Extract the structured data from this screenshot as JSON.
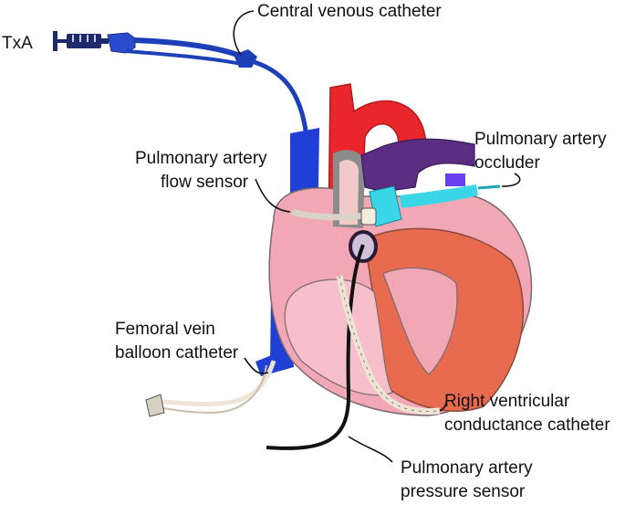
{
  "labels": {
    "txa": "TxA",
    "central_venous_catheter": "Central venous catheter",
    "pa_flow_sensor_line1": "Pulmonary artery",
    "pa_flow_sensor_line2": "flow sensor",
    "pa_occluder_line1": "Pulmonary artery",
    "pa_occluder_line2": "occluder",
    "femoral_line1": "Femoral vein",
    "femoral_line2": "balloon catheter",
    "rv_conductance_line1": "Right ventricular",
    "rv_conductance_line2": "conductance catheter",
    "pa_pressure_line1": "Pulmonary artery",
    "pa_pressure_line2": "pressure sensor"
  },
  "colors": {
    "vena_cava": "#1f3fd6",
    "aorta": "#e8262b",
    "pulmonary_artery": "#5a2d82",
    "occluder": "#39d6e8",
    "left_ventricle": "#e86a4f",
    "right_heart": "#f2a7b4",
    "syringe": "#1c2a6b"
  }
}
